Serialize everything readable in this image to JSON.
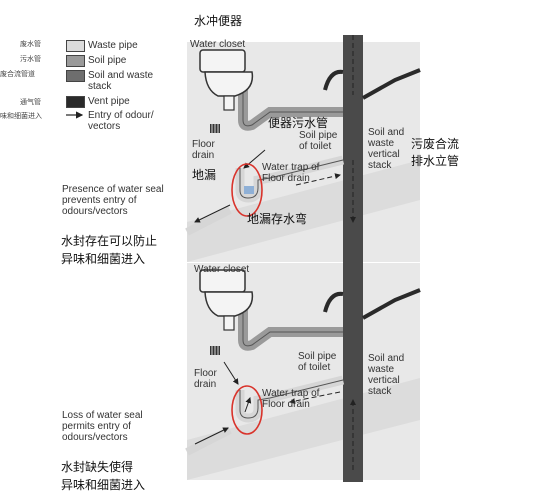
{
  "legend": {
    "items": [
      {
        "en": "Waste pipe",
        "cn": "废水管",
        "color": "#dcdcdc"
      },
      {
        "en": "Soil pipe",
        "cn": "污水管",
        "color": "#9a9a9a"
      },
      {
        "en": "Soil and waste\nstack",
        "cn": "废合流管道",
        "color": "#6e6e6e"
      },
      {
        "en": "Vent pipe",
        "cn": "通气管",
        "color": "#2a2a2a"
      },
      {
        "en": "Entry of odour/\nvectors",
        "cn": "味和细菌进入",
        "color": "arrow"
      }
    ]
  },
  "top": {
    "title_cn": "水冲便器",
    "water_closet": "Water closet",
    "soil_pipe_toilet": "Soil pipe\nof toilet",
    "soil_pipe_toilet_cn": "便器污水管",
    "soil_waste_stack": "Soil and\nwaste\nvertical\nstack",
    "soil_waste_stack_cn": "污废合流\n排水立管",
    "floor_drain": "Floor\ndrain",
    "floor_drain_cn": "地漏",
    "water_trap": "Water trap of\nFloor drain",
    "water_trap_cn": "地漏存水弯",
    "seal_en": "Presence of water seal\nprevents entry of\nodours/vectors",
    "seal_cn": "水封存在可以防止\n异味和细菌进入"
  },
  "bottom": {
    "water_closet": "Water closet",
    "soil_pipe_toilet": "Soil pipe\nof toilet",
    "soil_waste_stack": "Soil and\nwaste\nvertical\nstack",
    "floor_drain": "Floor\ndrain",
    "water_trap": "Water trap of\nFloor drain",
    "seal_en": "Loss of water seal\npermits entry of\nodours/vectors",
    "seal_cn": "水封缺失使得\n异味和细菌进入"
  },
  "colors": {
    "panel": "#e6e6e6",
    "stack": "#4a4a4a",
    "soil_pipe": "#9a9a9a",
    "waste_pipe": "#d6d6d6",
    "vent": "#2a2a2a",
    "highlight_circle": "#d9332b"
  }
}
